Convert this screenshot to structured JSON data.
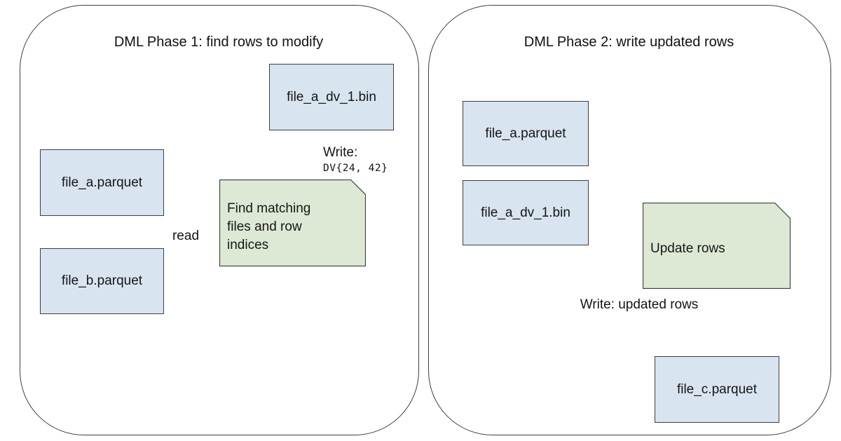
{
  "colors": {
    "file_fill": "#d8e4f0",
    "process_fill": "#dde9d4",
    "line": "#3e3e3e",
    "text": "#151515"
  },
  "phase1": {
    "title": "DML Phase 1: find rows to modify",
    "nodes": {
      "file_a_dv": "file_a_dv_1.bin",
      "file_a": "file_a.parquet",
      "file_b": "file_b.parquet",
      "process": "Find matching files and row indices"
    },
    "labels": {
      "read": "read",
      "write": "Write:",
      "write_detail": "DV{24, 42}"
    }
  },
  "phase2": {
    "title": "DML Phase 2: write updated rows",
    "nodes": {
      "file_a": "file_a.parquet",
      "file_a_dv": "file_a_dv_1.bin",
      "process": "Update rows",
      "file_c": "file_c.parquet"
    },
    "labels": {
      "write": "Write: updated rows"
    }
  }
}
